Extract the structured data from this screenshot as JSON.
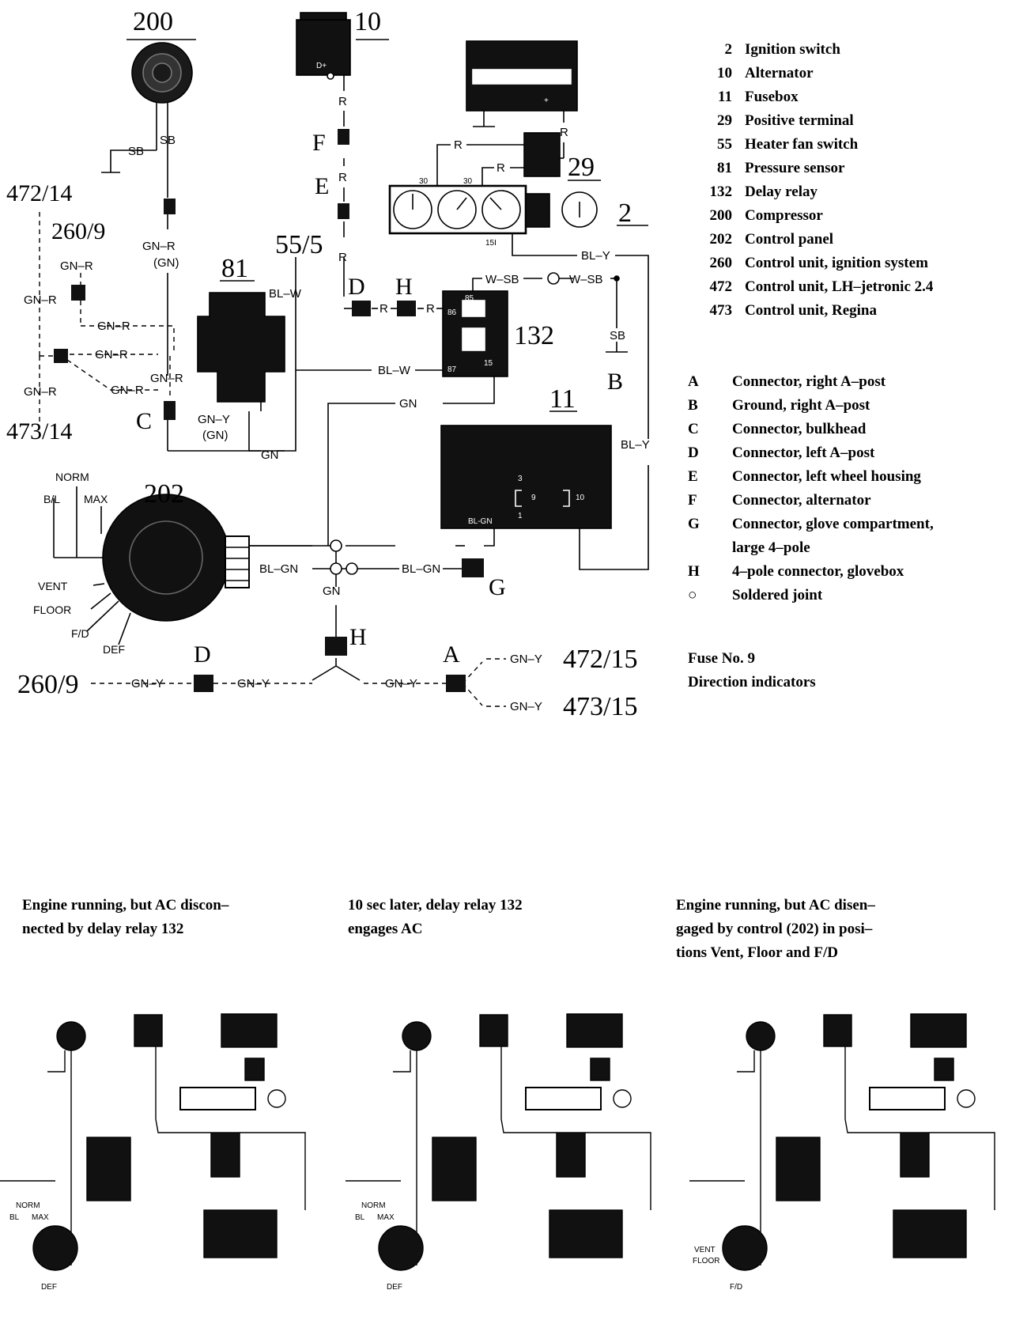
{
  "components": {
    "compressor": "200",
    "alternator": "10",
    "battery_terminal": "29",
    "ignition_switch": "2",
    "pressure_sensor": "81",
    "heater_fan": "55/5",
    "delay_relay": "132",
    "fusebox": "11",
    "control_panel": "202",
    "ref_472_14": "472/14",
    "ref_260_9_top": "260/9",
    "ref_473_14": "473/14",
    "ref_260_9_bottom": "260/9",
    "ref_472_15": "472/15",
    "ref_473_15": "473/15"
  },
  "connectors": {
    "A": "A",
    "B": "B",
    "C": "C",
    "D_top": "D",
    "D_bottom": "D",
    "E": "E",
    "F": "F",
    "G": "G",
    "H_top": "H",
    "H_bottom": "H"
  },
  "wires": {
    "sb": "SB",
    "r": "R",
    "gn_r": "GN–R",
    "gn_r_paren": "(GN)",
    "gn_y": "GN–Y",
    "gn_y_paren": "(GN)",
    "gn": "GN",
    "bl_w": "BL–W",
    "bl_y": "BL–Y",
    "w_sb": "W–SB",
    "bl_gn": "BL–GN",
    "gn_y_short": "GN–Y"
  },
  "control_positions": {
    "norm": "NORM",
    "bl": "B/L",
    "max": "MAX",
    "vent": "VENT",
    "floor": "FLOOR",
    "fd": "F/D",
    "def": "DEF"
  },
  "pins": {
    "d_plus": "D+",
    "p30a": "30",
    "p30b": "30",
    "p15i": "15I",
    "p85": "85",
    "p86": "86",
    "p87": "87",
    "p15": "15",
    "f3": "3",
    "f9": "9",
    "f1": "1",
    "f10": "10",
    "fuse_bl_gn": "BL-GN",
    "plus_terminal": "+"
  },
  "legend": {
    "components": [
      {
        "code": "2",
        "label": "Ignition switch"
      },
      {
        "code": "10",
        "label": "Alternator"
      },
      {
        "code": "11",
        "label": "Fusebox"
      },
      {
        "code": "29",
        "label": "Positive terminal"
      },
      {
        "code": "55",
        "label": "Heater fan switch"
      },
      {
        "code": "81",
        "label": "Pressure sensor"
      },
      {
        "code": "132",
        "label": "Delay relay"
      },
      {
        "code": "200",
        "label": "Compressor"
      },
      {
        "code": "202",
        "label": "Control panel"
      },
      {
        "code": "260",
        "label": "Control unit, ignition system"
      },
      {
        "code": "472",
        "label": "Control unit, LH–jetronic 2.4"
      },
      {
        "code": "473",
        "label": "Control unit, Regina"
      }
    ],
    "connectors": [
      {
        "code": "A",
        "label": "Connector, right A–post"
      },
      {
        "code": "B",
        "label": "Ground, right A–post"
      },
      {
        "code": "C",
        "label": "Connector, bulkhead"
      },
      {
        "code": "D",
        "label": "Connector, left A–post"
      },
      {
        "code": "E",
        "label": "Connector, left wheel housing"
      },
      {
        "code": "F",
        "label": "Connector, alternator"
      },
      {
        "code": "G",
        "label": "Connector, glove compartment,"
      },
      {
        "code": "",
        "label": "large 4–pole"
      },
      {
        "code": "H",
        "label": "4–pole connector, glovebox"
      },
      {
        "code": "○",
        "label": "Soldered joint"
      }
    ],
    "fuse_line1": "Fuse No. 9",
    "fuse_line2": "Direction indicators"
  },
  "captions": [
    {
      "line1": "Engine running, but AC discon–",
      "line2": "nected by delay relay 132",
      "line3": ""
    },
    {
      "line1": "10 sec later, delay relay 132",
      "line2": "engages AC",
      "line3": ""
    },
    {
      "line1": "Engine running, but AC disen–",
      "line2": "gaged by control (202) in posi–",
      "line3": "tions Vent, Floor and F/D"
    }
  ],
  "mini_labels": {
    "norm": "NORM",
    "bl": "BL",
    "max": "MAX",
    "def": "DEF",
    "vent": "VENT",
    "floor": "FLOOR",
    "fd": "F/D"
  }
}
